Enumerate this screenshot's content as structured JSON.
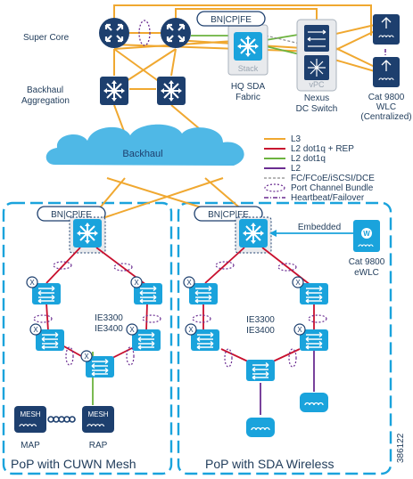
{
  "labels": {
    "super_core": "Super Core",
    "backhaul_agg_1": "Backhaul",
    "backhaul_agg_2": "Aggregation",
    "bn_top": "BN|CP|FE",
    "stack": "Stack",
    "hq_1": "HQ SDA",
    "hq_2": "Fabric",
    "vpc": "vPC",
    "nexus_1": "Nexus",
    "nexus_2": "DC Switch",
    "wlc_1": "Cat 9800",
    "wlc_2": "WLC",
    "wlc_3": "(Centralized)",
    "backhaul_cloud": "Backhaul",
    "bn_left": "BN|CP|FE",
    "bn_right": "BN|CP|FE",
    "embedded": "Embedded",
    "ewlc_1": "Cat 9800",
    "ewlc_2": "eWLC",
    "ie_left_1": "IE3300",
    "ie_left_2": "IE3400",
    "ie_right_1": "IE3300",
    "ie_right_2": "IE3400",
    "mesh_map": "MESH",
    "mesh_rap": "MESH",
    "map": "MAP",
    "rap": "RAP",
    "pop_left": "PoP with CUWN Mesh",
    "pop_right": "PoP with SDA Wireless",
    "figure_id": "386122",
    "x_mark": "X",
    "w_mark": "W"
  },
  "legend": [
    {
      "label": "L3",
      "color": "#f0a830",
      "style": "solid"
    },
    {
      "label": "L2 dot1q + REP",
      "color": "#c8102e",
      "style": "solid"
    },
    {
      "label": "L2 dot1q",
      "color": "#6cb33e",
      "style": "solid"
    },
    {
      "label": "L2",
      "color": "#6a2c91",
      "style": "solid"
    },
    {
      "label": "FC/FCoE/iSCSI/DCE",
      "color": "#8a8a8a",
      "style": "dashed"
    },
    {
      "label": "Port Channel Bundle",
      "color": "#6a2c91",
      "style": "ellipse"
    },
    {
      "label": "Heartbeat/Failover",
      "color": "#6a2c91",
      "style": "dashdot"
    }
  ],
  "colors": {
    "device_blue": "#1aa3dc",
    "device_dark": "#1d3f6e",
    "l3": "#f0a830",
    "rep": "#c8102e",
    "dot1q": "#6cb33e",
    "l2": "#6a2c91",
    "cloud": "#4fb8e6",
    "pop_border": "#1aa3dc"
  }
}
